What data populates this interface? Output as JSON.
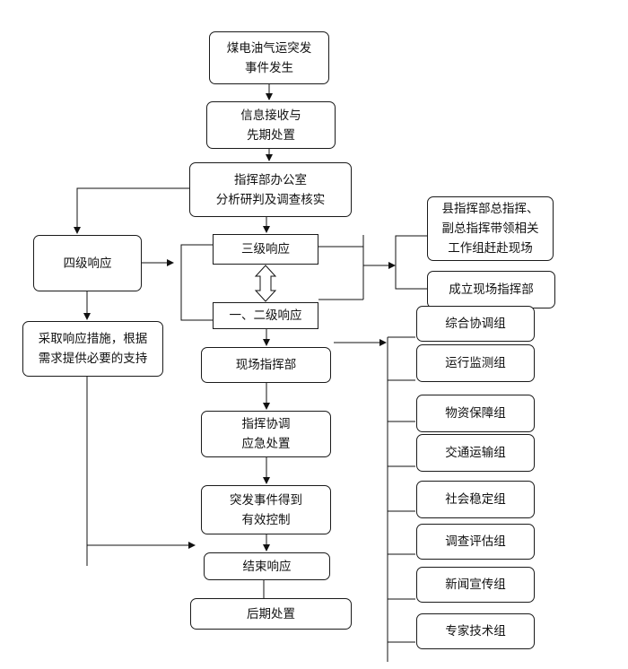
{
  "nodes": {
    "start": "煤电油气运突发\n事件发生",
    "receive": "信息接收与\n先期处置",
    "office": "指挥部办公室\n分析研判及调查核实",
    "level4": "四级响应",
    "level3": "三级响应",
    "level12": "一、二级响应",
    "measures": "采取响应措施，根据\n需求提供必要的支持",
    "site_cmd": "现场指挥部",
    "coordinate": "指挥协调\n应急处置",
    "controlled": "突发事件得到\n有效控制",
    "end_resp": "结束响应",
    "aftermath": "后期处置",
    "county_lead": "县指挥部总指挥、\n副总指挥带领相关\n工作组赶赴现场",
    "form_site": "成立现场指挥部"
  },
  "groups": [
    "综合协调组",
    "运行监测组",
    "物资保障组",
    "交通运输组",
    "社会稳定组",
    "调查评估组",
    "新闻宣传组",
    "专家技术组"
  ]
}
